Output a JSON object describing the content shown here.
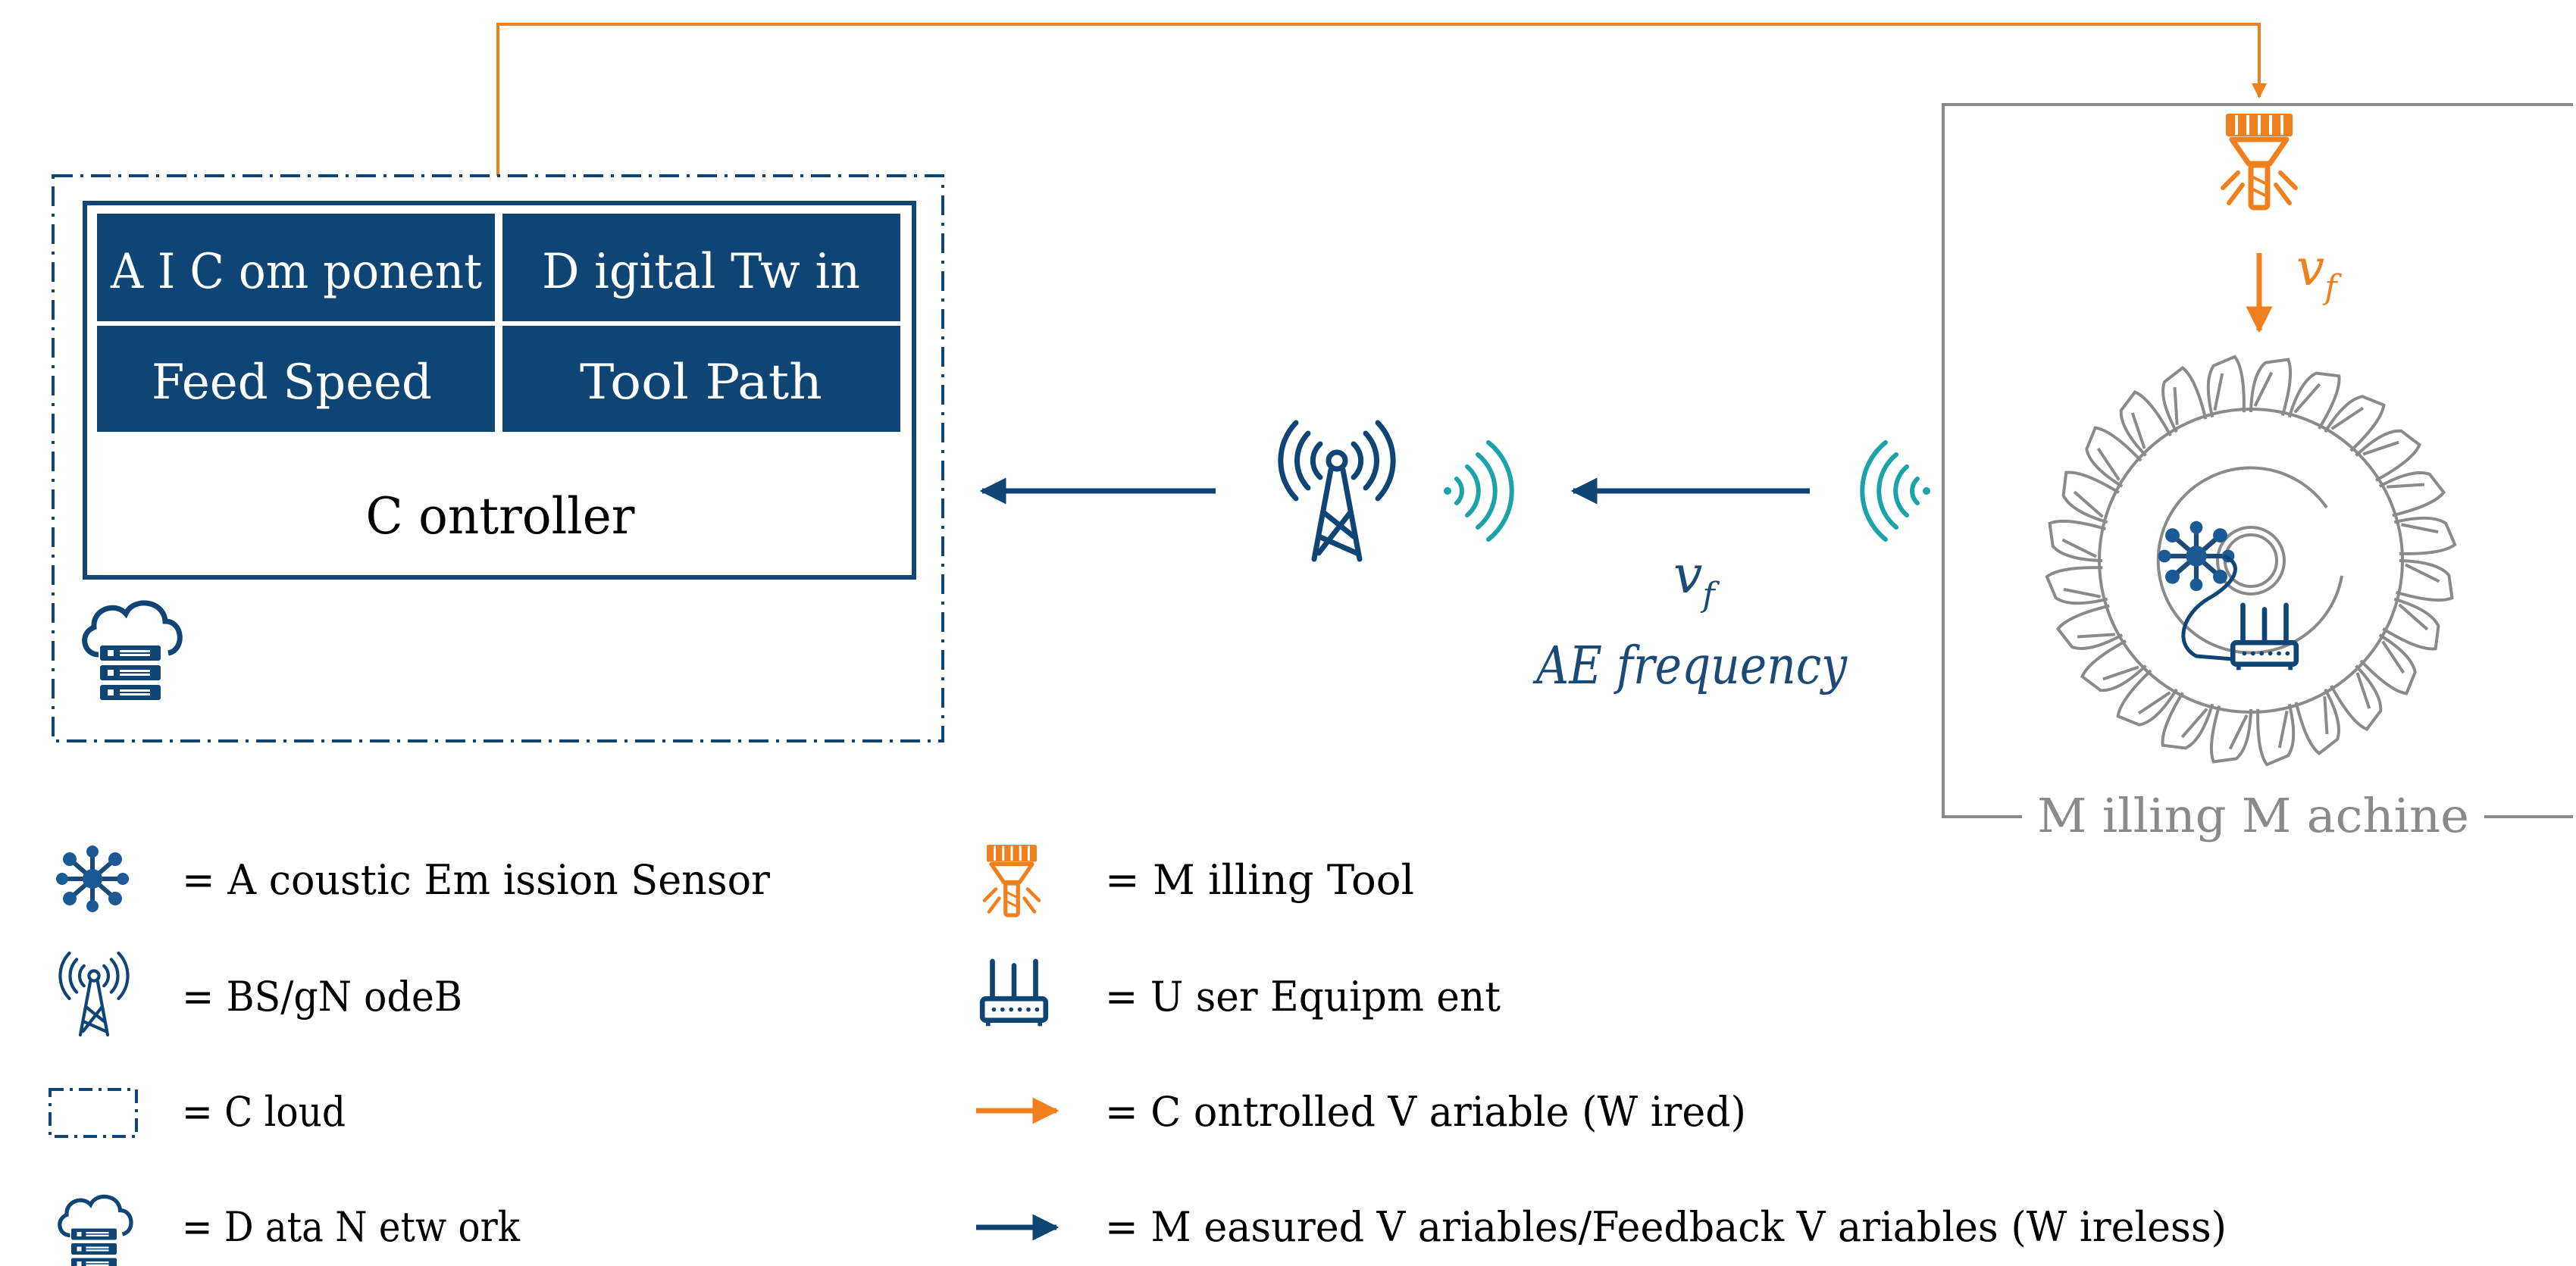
{
  "colors": {
    "navy": "#0e4574",
    "orange": "#f0801e",
    "teal": "#1aa3a8",
    "gray": "#8a8a8a",
    "white": "#ffffff"
  },
  "controller": {
    "cells": [
      "A I C om ponent",
      "D igital Tw in",
      "Feed Speed",
      "Tool Path"
    ],
    "label": "C ontroller"
  },
  "machine": {
    "label": "M illing M achine"
  },
  "signals": {
    "feed_main": "v",
    "feed_sub": "f",
    "ae_label": "AE frequency",
    "tool_feed_main": "v",
    "tool_feed_sub": "f"
  },
  "icons": [
    "cloud-server-icon",
    "antenna-tower-icon",
    "wave-icon",
    "milling-tool-icon",
    "cutter-wheel-icon",
    "ae-sensor-icon",
    "router-icon"
  ],
  "legend": [
    {
      "icon": "ae-sensor-icon",
      "text": "= A coustic Em ission Sensor"
    },
    {
      "icon": "antenna-tower-icon",
      "text": "= BS/gN odeB"
    },
    {
      "icon": "cloud-box-icon",
      "text": "= C loud"
    },
    {
      "icon": "cloud-server-icon",
      "text": "= D ata N etw ork"
    },
    {
      "icon": "milling-tool-icon",
      "text": "= M illing Tool"
    },
    {
      "icon": "router-icon",
      "text": "= U ser Equipm ent"
    },
    {
      "icon": "orange-arrow-icon",
      "text": "= C ontrolled V ariable (W ired)"
    },
    {
      "icon": "navy-arrow-icon",
      "text": "= M easured V ariables/Feedback V ariables (W ireless)"
    }
  ]
}
